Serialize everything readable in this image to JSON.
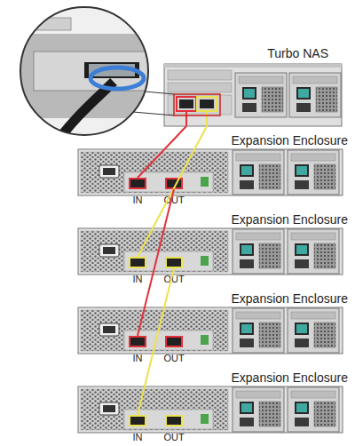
{
  "diagram": {
    "nodes": [
      {
        "text": [
          "Turbo NAS"
        ]
      },
      {
        "text": [
          "Expansion Enclosure"
        ]
      },
      {
        "text": [
          "IN"
        ],
        "in": 1
      },
      {
        "text": [
          "OUT"
        ],
        "in": 1
      },
      {
        "text": [
          "Expansion Enclosure"
        ]
      },
      {
        "text": [
          "IN"
        ],
        "in": 4
      },
      {
        "text": [
          "OUT"
        ],
        "in": 4
      },
      {
        "text": [
          "Expansion Enclosure"
        ]
      },
      {
        "text": [
          "IN"
        ],
        "in": 7
      },
      {
        "text": [
          "OUT"
        ],
        "in": 7
      },
      {
        "text": [
          "Expansion Enclosure"
        ]
      },
      {
        "text": [
          "IN"
        ],
        "in": 10
      },
      {
        "text": [
          "OUT"
        ],
        "in": 10
      }
    ],
    "edges": [
      {
        "from": 0,
        "to": 2,
        "arrow": "none"
      },
      {
        "from": 0,
        "to": 5,
        "arrow": "none"
      },
      {
        "from": 3,
        "to": 8,
        "arrow": "none"
      },
      {
        "from": 6,
        "to": 11,
        "arrow": "none"
      }
    ]
  }
}
